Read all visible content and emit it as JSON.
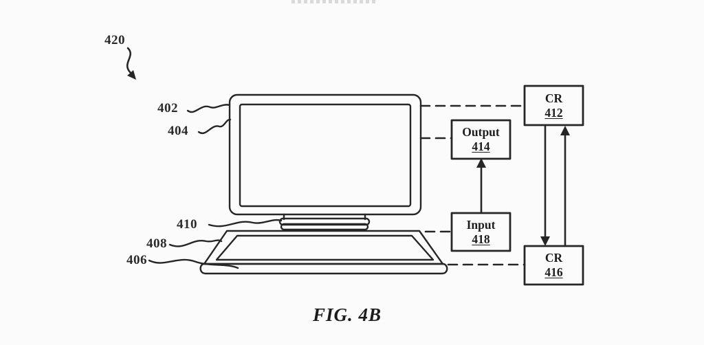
{
  "figure": {
    "caption": "FIG. 4B",
    "overview_ref": "420"
  },
  "device_refs": {
    "monitor_housing": "402",
    "display": "404",
    "stand": "410",
    "keyboard": "408",
    "base": "406"
  },
  "boxes": [
    {
      "label": "CR",
      "ref": "412"
    },
    {
      "label": "Output",
      "ref": "414"
    },
    {
      "label": "Input",
      "ref": "418"
    },
    {
      "label": "CR",
      "ref": "416"
    }
  ],
  "colors": {
    "line": "#262626",
    "background": "#fbfbfb"
  }
}
